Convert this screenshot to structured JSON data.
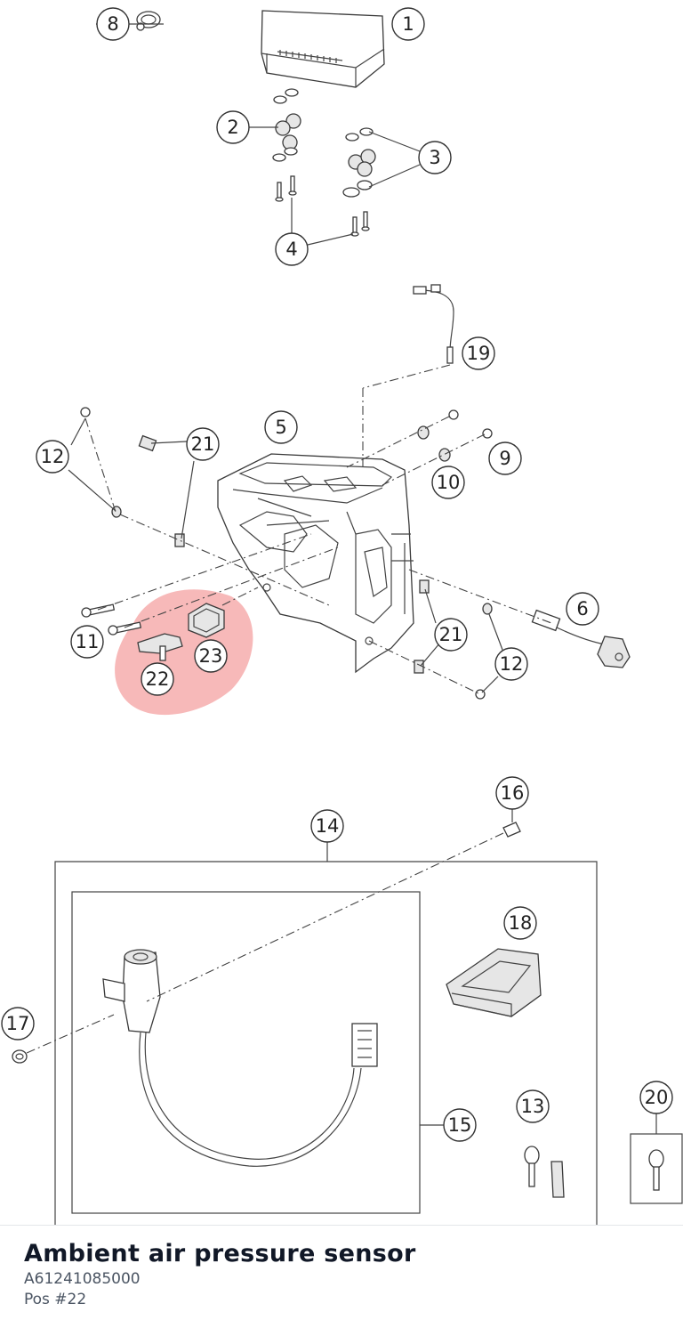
{
  "diagram": {
    "highlight_color": "#f08080",
    "callouts": [
      {
        "id": "c1",
        "label": "1"
      },
      {
        "id": "c2",
        "label": "2"
      },
      {
        "id": "c3",
        "label": "3"
      },
      {
        "id": "c4",
        "label": "4"
      },
      {
        "id": "c5",
        "label": "5"
      },
      {
        "id": "c6",
        "label": "6"
      },
      {
        "id": "c8",
        "label": "8"
      },
      {
        "id": "c9",
        "label": "9"
      },
      {
        "id": "c10",
        "label": "10"
      },
      {
        "id": "c11",
        "label": "11"
      },
      {
        "id": "c12a",
        "label": "12"
      },
      {
        "id": "c12b",
        "label": "12"
      },
      {
        "id": "c13",
        "label": "13"
      },
      {
        "id": "c14",
        "label": "14"
      },
      {
        "id": "c15",
        "label": "15"
      },
      {
        "id": "c16",
        "label": "16"
      },
      {
        "id": "c17",
        "label": "17"
      },
      {
        "id": "c18",
        "label": "18"
      },
      {
        "id": "c19",
        "label": "19"
      },
      {
        "id": "c20",
        "label": "20"
      },
      {
        "id": "c21a",
        "label": "21"
      },
      {
        "id": "c21b",
        "label": "21"
      },
      {
        "id": "c22",
        "label": "22"
      },
      {
        "id": "c23",
        "label": "23"
      }
    ]
  },
  "part_info": {
    "title": "Ambient air pressure sensor",
    "part_number": "A61241085000",
    "position": "Pos #22"
  }
}
